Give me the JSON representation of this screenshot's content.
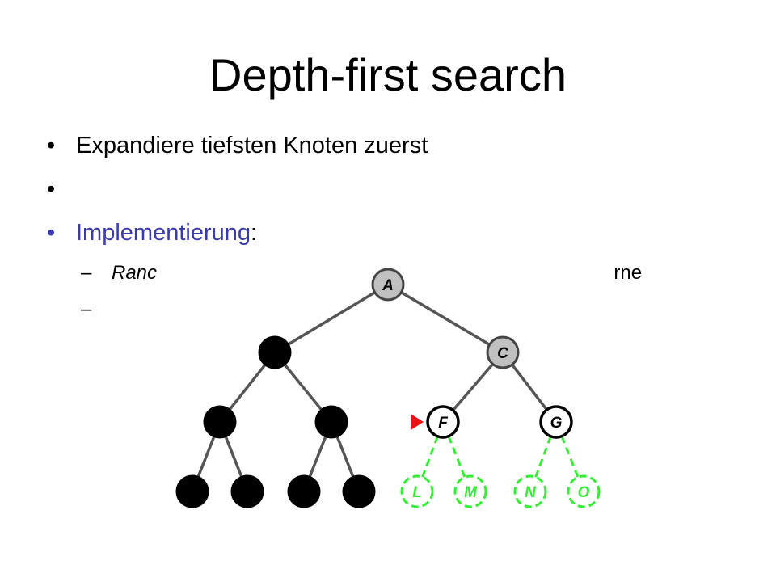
{
  "slide": {
    "title": "Depth-first search",
    "bullets": [
      {
        "text": "Expandiere tiefsten Knoten zuerst",
        "color": "#000000"
      },
      {
        "text": "",
        "color": "#000000"
      },
      {
        "text": "Implementierung",
        "suffix": ":",
        "color": "#3a3aa8"
      }
    ],
    "bullet_mark": "•",
    "sub_mark": "–",
    "sub_items": [
      {
        "text_left": "Ranc",
        "text_right": "ch vorne"
      },
      {
        "text_left": ""
      }
    ]
  },
  "tree": {
    "colors": {
      "visited": "#000000",
      "frontier": "#c0c0c0",
      "current": "#ffffff",
      "unexpanded": "#33ee33",
      "marker": "#ee1111",
      "edge": "#555555"
    },
    "nodes": [
      {
        "id": "A",
        "label": "A",
        "state": "frontier"
      },
      {
        "id": "B",
        "label": "",
        "state": "visited"
      },
      {
        "id": "C",
        "label": "C",
        "state": "frontier"
      },
      {
        "id": "D",
        "label": "",
        "state": "visited"
      },
      {
        "id": "E",
        "label": "",
        "state": "visited"
      },
      {
        "id": "F",
        "label": "F",
        "state": "current"
      },
      {
        "id": "G",
        "label": "G",
        "state": "current"
      },
      {
        "id": "H",
        "label": "",
        "state": "visited"
      },
      {
        "id": "I",
        "label": "",
        "state": "visited"
      },
      {
        "id": "J",
        "label": "",
        "state": "visited"
      },
      {
        "id": "K",
        "label": "",
        "state": "visited"
      },
      {
        "id": "L",
        "label": "L",
        "state": "unexpanded"
      },
      {
        "id": "M",
        "label": "M",
        "state": "unexpanded"
      },
      {
        "id": "N",
        "label": "N",
        "state": "unexpanded"
      },
      {
        "id": "O",
        "label": "O",
        "state": "unexpanded"
      }
    ],
    "edges": [
      [
        "A",
        "B"
      ],
      [
        "A",
        "C"
      ],
      [
        "B",
        "D"
      ],
      [
        "B",
        "E"
      ],
      [
        "C",
        "F"
      ],
      [
        "C",
        "G"
      ],
      [
        "D",
        "H"
      ],
      [
        "D",
        "I"
      ],
      [
        "E",
        "J"
      ],
      [
        "E",
        "K"
      ],
      [
        "F",
        "L"
      ],
      [
        "F",
        "M"
      ],
      [
        "G",
        "N"
      ],
      [
        "G",
        "O"
      ]
    ],
    "marked_node": "F"
  }
}
